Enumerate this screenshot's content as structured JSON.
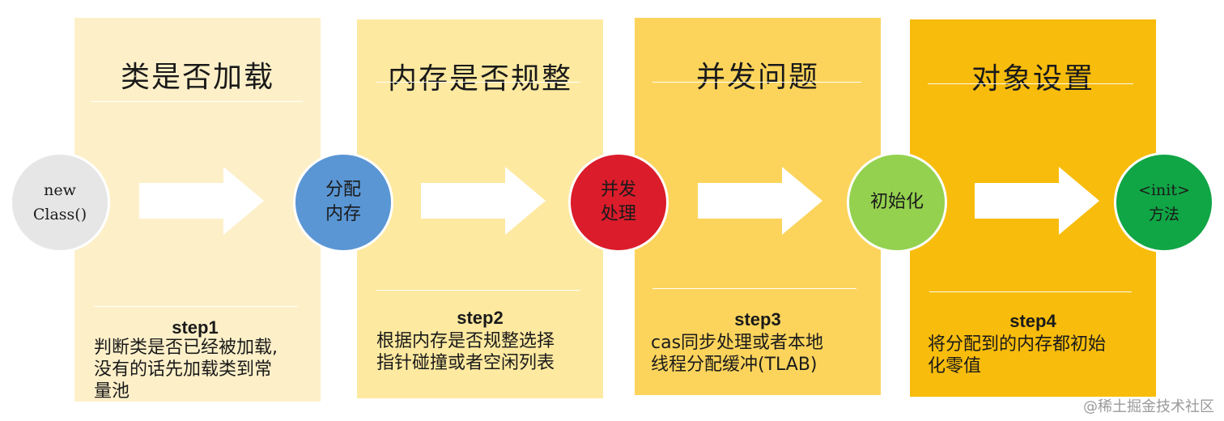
{
  "colors": {
    "panel1": "#fdf0c9",
    "panel2": "#fde9a0",
    "panel3": "#fcd45c",
    "panel4": "#f8bc0c",
    "circle_start": "#e6e6e6",
    "circle_alloc": "#5a96d4",
    "circle_concurrency": "#db1c2b",
    "circle_init": "#93d14f",
    "circle_method": "#10a545"
  },
  "panels": [
    {
      "title": "类是否加载",
      "step": "step1",
      "desc_lines": [
        "判断类是否已经被加载,",
        "没有的话先加载类到常",
        "量池"
      ]
    },
    {
      "title": "内存是否规整",
      "step": "step2",
      "desc_lines": [
        "根据内存是否规整选择",
        "指针碰撞或者空闲列表"
      ]
    },
    {
      "title": "并发问题",
      "step": "step3",
      "desc_lines": [
        "cas同步处理或者本地",
        "线程分配缓冲(TLAB)"
      ]
    },
    {
      "title": "对象设置",
      "step": "step4",
      "desc_lines": [
        "将分配到的内存都初始",
        "化零值"
      ]
    }
  ],
  "nodes": [
    {
      "label": "new\nClass()",
      "icon": "circle"
    },
    {
      "label": "分配\n内存",
      "icon": "circle"
    },
    {
      "label": "并发\n处理",
      "icon": "circle"
    },
    {
      "label": "初始化",
      "icon": "circle"
    },
    {
      "label": "<init>\n方法",
      "icon": "circle"
    }
  ],
  "arrow_icon": "right-arrow-icon",
  "watermark": "@稀土掘金技术社区"
}
